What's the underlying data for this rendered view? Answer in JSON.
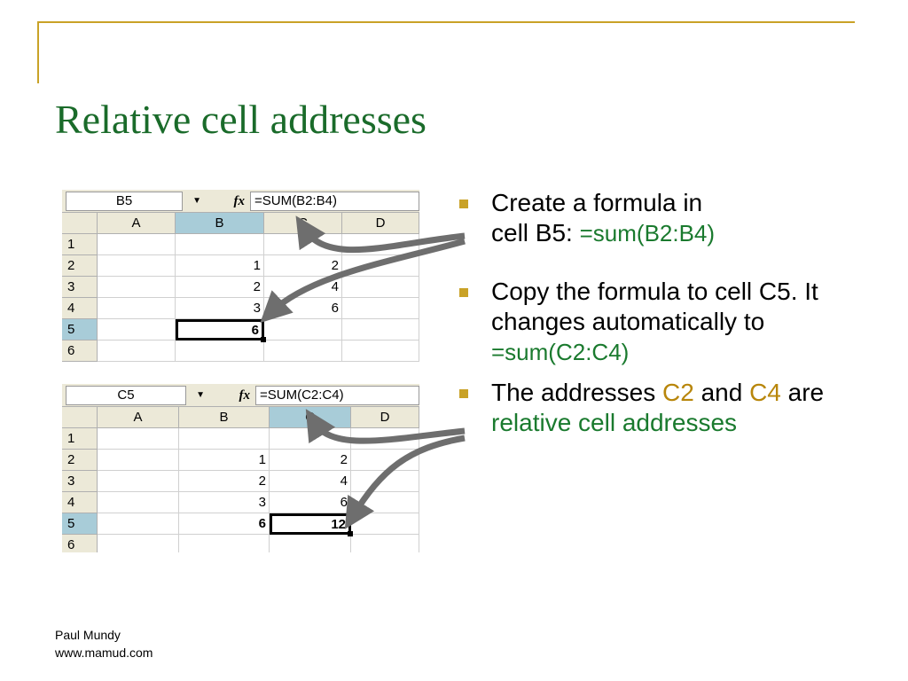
{
  "slide": {
    "title": "Relative cell addresses",
    "footer": {
      "author": "Paul Mundy",
      "website": "www.mamud.com"
    }
  },
  "colors": {
    "title": "#1a6b2a",
    "accent_frame": "#c9a227",
    "bullet_marker": "#c9a227",
    "highlight_green": "#1a7a2e",
    "highlight_gold": "#b8860b",
    "arrow": "#6e6e6e"
  },
  "sheet1": {
    "name_box": "B5",
    "fx_label": "fx",
    "formula": "=SUM(B2:B4)",
    "columns": [
      "A",
      "B",
      "C",
      "D"
    ],
    "rows": [
      {
        "num": "1",
        "cells": [
          "",
          "",
          "",
          ""
        ]
      },
      {
        "num": "2",
        "cells": [
          "",
          "1",
          "2",
          ""
        ]
      },
      {
        "num": "3",
        "cells": [
          "",
          "2",
          "4",
          ""
        ]
      },
      {
        "num": "4",
        "cells": [
          "",
          "3",
          "6",
          ""
        ]
      },
      {
        "num": "5",
        "cells": [
          "",
          "6",
          "",
          ""
        ]
      },
      {
        "num": "6",
        "cells": [
          "",
          "",
          "",
          ""
        ]
      }
    ]
  },
  "sheet2": {
    "name_box": "C5",
    "fx_label": "fx",
    "formula": "=SUM(C2:C4)",
    "columns": [
      "A",
      "B",
      "C",
      "D"
    ],
    "rows": [
      {
        "num": "1",
        "cells": [
          "",
          "",
          "",
          ""
        ]
      },
      {
        "num": "2",
        "cells": [
          "",
          "1",
          "2",
          ""
        ]
      },
      {
        "num": "3",
        "cells": [
          "",
          "2",
          "4",
          ""
        ]
      },
      {
        "num": "4",
        "cells": [
          "",
          "3",
          "6",
          ""
        ]
      },
      {
        "num": "5",
        "cells": [
          "",
          "6",
          "12",
          ""
        ]
      },
      {
        "num": "6",
        "cells": [
          "",
          "",
          "",
          ""
        ]
      }
    ]
  },
  "bullets": {
    "b1": {
      "text1": "Create a formula in",
      "text2": "cell B5: ",
      "formula": "=sum(B2:B4)"
    },
    "b2": {
      "text": "Copy the formula to cell C5. It changes automatically to",
      "formula": "=sum(C2:C4)"
    },
    "b3": {
      "text1": "The addresses ",
      "ref1": "C2",
      "text2": " and ",
      "ref2": "C4",
      "text3": " are ",
      "highlight": "relative cell addresses"
    }
  }
}
